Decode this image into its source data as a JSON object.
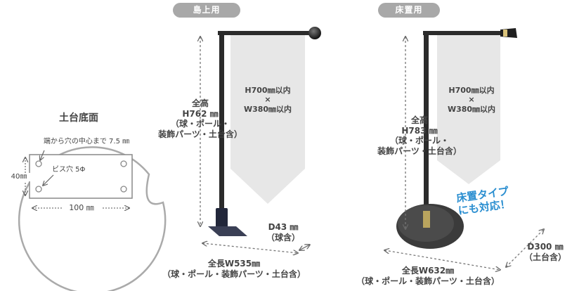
{
  "left_product": {
    "tag": "島上用",
    "banner_size": [
      "H700㎜以内",
      "×",
      "W380㎜以内"
    ],
    "total_height": [
      "全高",
      "H762 ㎜",
      "（球・ポール・",
      "装飾パーツ・土台含）"
    ],
    "depth": [
      "D43 ㎜",
      "（球含）"
    ],
    "total_width": [
      "全長W535㎜",
      "（球・ポール・装飾パーツ・土台含）"
    ]
  },
  "right_product": {
    "tag": "床置用",
    "banner_size": [
      "H700㎜以内",
      "×",
      "W380㎜以内"
    ],
    "total_height": [
      "全高",
      "H783 ㎜",
      "（球・ポール・",
      "装飾パーツ・土台含）"
    ],
    "floor_badge": [
      "床置タイプ",
      "にも対応！"
    ],
    "depth": [
      "D300 ㎜",
      "（土台含）"
    ],
    "total_width": [
      "全長W632㎜",
      "（球・ポール・装飾パーツ・土台含）"
    ]
  },
  "base_detail": {
    "title": "土台底面",
    "hole_position": "端から穴の中心まで 7.5 ㎜",
    "screw_hole": "ビス穴 5Φ",
    "height": "40㎜",
    "width": "100 ㎜"
  },
  "colors": {
    "banner": "#e7e7e7",
    "pole": "#2b2b2b",
    "base": "#3a3a3a",
    "accent": "#2a8ed0",
    "tag": "#a8a8a8"
  }
}
